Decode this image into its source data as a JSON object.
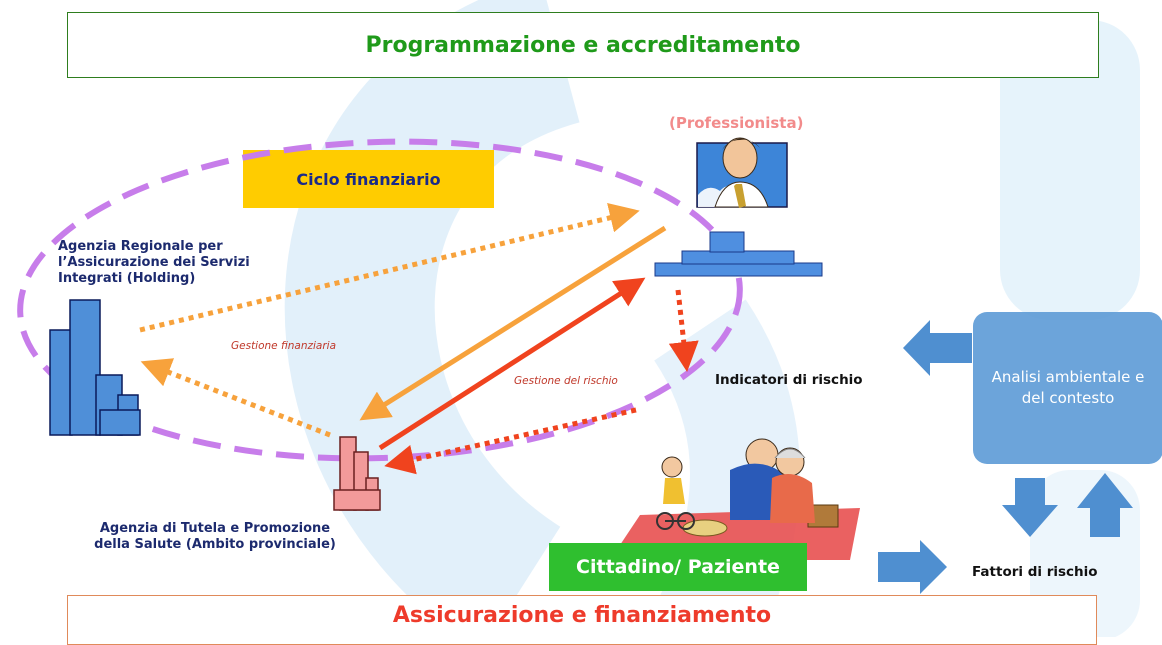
{
  "top_box": {
    "label": "Programmazione e accreditamento"
  },
  "bottom_box": {
    "label": "Assicurazione e finanziamento"
  },
  "ciclo": {
    "label": "Ciclo finanziario"
  },
  "professionista": {
    "label": "(Professionista)"
  },
  "agenzia_regionale": {
    "label": "Agenzia Regionale per l’Assicurazione dei Servizi Integrati (Holding)"
  },
  "agenzia_tutela": {
    "label": "Agenzia di Tutela e Promozione della Salute (Ambito provinciale)"
  },
  "gestione_finanziaria": {
    "label": "Gestione finanziaria"
  },
  "gestione_rischio": {
    "label": "Gestione del rischio"
  },
  "indicatori": {
    "label": "Indicatori di rischio"
  },
  "analisi": {
    "label": "Analisi ambientale e del contesto"
  },
  "cittadino": {
    "label": "Cittadino/ Paziente"
  },
  "fattori": {
    "label": "Fattori di rischio"
  },
  "colors": {
    "green_title": "#1f9a1a",
    "red_title": "#ee3b2b",
    "dashed_ellipse": "#c77dea",
    "orange_arrow": "#f7a23c",
    "red_arrow": "#f0431e",
    "blue_arrow": "#4f8fd0"
  },
  "icons": [
    "businessman-icon",
    "podium-icon",
    "blue-buildings-icon",
    "pink-buildings-icon",
    "family-picnic-icon"
  ]
}
